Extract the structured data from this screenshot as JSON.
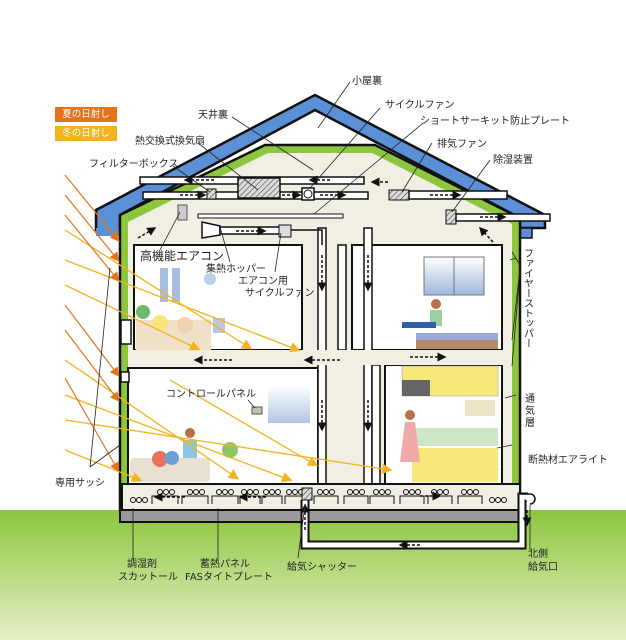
{
  "legend": {
    "summer_sun": {
      "label": "夏の日射し",
      "color": "#e5731a"
    },
    "winter_sun": {
      "label": "冬の日射し",
      "color": "#f2b31c"
    }
  },
  "colors": {
    "roof": "#5b8fd6",
    "insulation": "#8cc63f",
    "interior": "#f1efe4",
    "ground_top": "#8cc63f",
    "ground_bottom": "#e3eebf",
    "foundation": "#9a9a9a",
    "outline": "#111111"
  },
  "labels": {
    "attic": "小屋裏",
    "ceiling_space": "天井裏",
    "cycle_fan": "サイクルファン",
    "short_circuit_plate": "ショートサーキット防止プレート",
    "heat_exchange_fan": "熱交換式換気扇",
    "exhaust_fan": "排気ファン",
    "filter_box": "フィルターボックス",
    "dehumidifier": "除湿装置",
    "high_perf_ac": "高機能エアコン",
    "heat_hopper": "集熱ホッパー",
    "ac_cycle_fan_1": "エアコン用",
    "ac_cycle_fan_2": "サイクルファン",
    "fire_stopper": "ファイヤーストッパー",
    "air_layer_1": "通",
    "air_layer_2": "気",
    "air_layer_3": "層",
    "insulation_airlite": "断熱材エアライト",
    "control_panel": "コントロールパネル",
    "dedicated_sash": "専用サッシ",
    "humidity_agent_1": "調湿剤",
    "humidity_agent_2": "スカットール",
    "heat_panel_1": "蓄熱パネル",
    "heat_panel_2": "FASタイトプレート",
    "supply_shutter": "給気シャッター",
    "north_inlet_1": "北側",
    "north_inlet_2": "給気口"
  }
}
